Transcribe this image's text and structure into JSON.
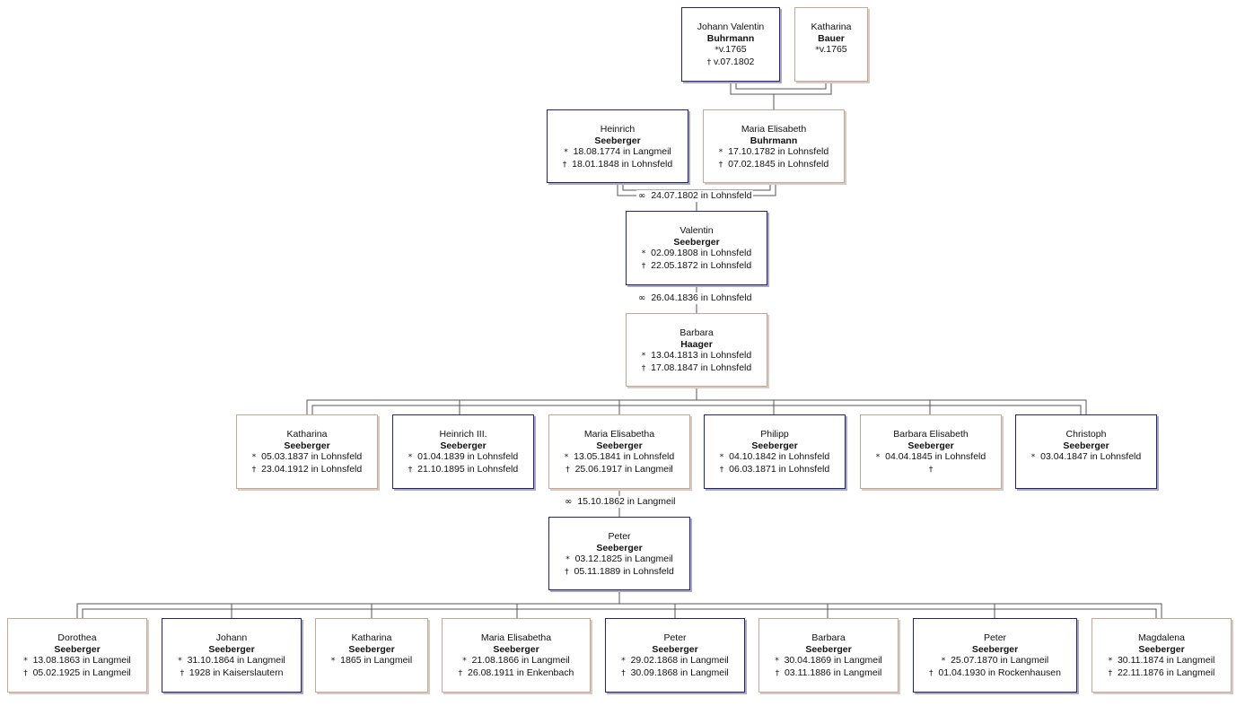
{
  "symbols": {
    "birth": "*",
    "death": "†",
    "marriage": "∞"
  },
  "persons": {
    "johann_valentin": {
      "given": "Johann Valentin",
      "surname": "Buhrmann",
      "sex": "m",
      "birth": "v.1765",
      "death": "v.07.1802"
    },
    "katharina_bauer": {
      "given": "Katharina",
      "surname": "Bauer",
      "sex": "f",
      "birth": "v.1765"
    },
    "heinrich": {
      "given": "Heinrich",
      "surname": "Seeberger",
      "sex": "m",
      "birth": "18.08.1774 in Langmeil",
      "death": "18.01.1848 in Lohnsfeld"
    },
    "maria_elisabeth_b": {
      "given": "Maria Elisabeth",
      "surname": "Buhrmann",
      "sex": "f",
      "birth": "17.10.1782 in Lohnsfeld",
      "death": "07.02.1845 in Lohnsfeld"
    },
    "valentin": {
      "given": "Valentin",
      "surname": "Seeberger",
      "sex": "m",
      "birth": "02.09.1808 in Lohnsfeld",
      "death": "22.05.1872 in Lohnsfeld"
    },
    "barbara_haager": {
      "given": "Barbara",
      "surname": "Haager",
      "sex": "f",
      "birth": "13.04.1813 in Lohnsfeld",
      "death": "17.08.1847 in Lohnsfeld"
    },
    "katharina_1837": {
      "given": "Katharina",
      "surname": "Seeberger",
      "sex": "f",
      "birth": "05.03.1837 in Lohnsfeld",
      "death": "23.04.1912 in Lohnsfeld"
    },
    "heinrich_iii": {
      "given": "Heinrich III.",
      "surname": "Seeberger",
      "sex": "m",
      "birth": "01.04.1839 in Lohnsfeld",
      "death": "21.10.1895 in Lohnsfeld"
    },
    "maria_elisabetha_1841": {
      "given": "Maria Elisabetha",
      "surname": "Seeberger",
      "sex": "f",
      "birth": "13.05.1841 in Lohnsfeld",
      "death": "25.06.1917 in Langmeil"
    },
    "philipp": {
      "given": "Philipp",
      "surname": "Seeberger",
      "sex": "m",
      "birth": "04.10.1842 in Lohnsfeld",
      "death": "06.03.1871 in Lohnsfeld"
    },
    "barbara_elisabeth": {
      "given": "Barbara Elisabeth",
      "surname": "Seeberger",
      "sex": "f",
      "birth": "04.04.1845 in Lohnsfeld",
      "death": ""
    },
    "christoph": {
      "given": "Christoph",
      "surname": "Seeberger",
      "sex": "m",
      "birth": "03.04.1847 in Lohnsfeld"
    },
    "peter_1825": {
      "given": "Peter",
      "surname": "Seeberger",
      "sex": "m",
      "birth": "03.12.1825 in Langmeil",
      "death": "05.11.1889 in Lohnsfeld"
    },
    "dorothea": {
      "given": "Dorothea",
      "surname": "Seeberger",
      "sex": "f",
      "birth": "13.08.1863 in Langmeil",
      "death": "05.02.1925 in Langmeil"
    },
    "johann_1864": {
      "given": "Johann",
      "surname": "Seeberger",
      "sex": "m",
      "birth": "31.10.1864 in Langmeil",
      "death": "1928 in Kaiserslautern"
    },
    "katharina_1865": {
      "given": "Katharina",
      "surname": "Seeberger",
      "sex": "f",
      "birth": "1865 in Langmeil"
    },
    "maria_elisabetha_1866": {
      "given": "Maria Elisabetha",
      "surname": "Seeberger",
      "sex": "f",
      "birth": "21.08.1866 in Langmeil",
      "death": "26.08.1911 in Enkenbach"
    },
    "peter_1868": {
      "given": "Peter",
      "surname": "Seeberger",
      "sex": "m",
      "birth": "29.02.1868 in Langmeil",
      "death": "30.09.1868 in Langmeil"
    },
    "barbara_1869": {
      "given": "Barbara",
      "surname": "Seeberger",
      "sex": "f",
      "birth": "30.04.1869 in Langmeil",
      "death": "03.11.1886 in Langmeil"
    },
    "peter_1870": {
      "given": "Peter",
      "surname": "Seeberger",
      "sex": "m",
      "birth": "25.07.1870 in Langmeil",
      "death": "01.04.1930 in Rockenhausen"
    },
    "magdalena": {
      "given": "Magdalena",
      "surname": "Seeberger",
      "sex": "f",
      "birth": "30.11.1874 in Langmeil",
      "death": "22.11.1876 in Langmeil"
    }
  },
  "marriages": {
    "heinrich_maria": {
      "text": "24.07.1802 in Lohnsfeld"
    },
    "valentin_barbara": {
      "text": "26.04.1836 in Lohnsfeld"
    },
    "maria_peter": {
      "text": "15.10.1862 in Langmeil"
    }
  }
}
